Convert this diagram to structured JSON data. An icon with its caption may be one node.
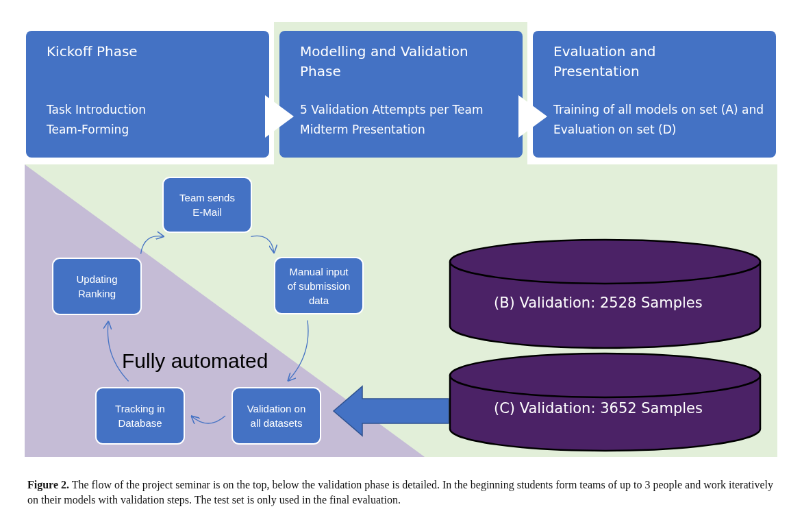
{
  "diagram": {
    "caption": "**Figure 2.** The flow of the project seminar is on the top, below the validation phase is detailed. In the beginning students form teams of up to 3 people and work iteratively on their models with validation steps. The test set is only used in the final evaluation.",
    "nodes": [
      {
        "text": [
          "Kickoff Phase",
          "Task Introduction Team-Forming"
        ]
      },
      {
        "text": [
          "Modelling and Validation Phase",
          "5 Validation Attempts per Team Midterm Presentation"
        ]
      },
      {
        "text": [
          "Evaluation and Presentation",
          "Training of all models on set (A) and Evaluation on set (D)"
        ]
      },
      {
        "text": [
          "Team sends E-Mail"
        ]
      },
      {
        "text": [
          "Manual input of submission data"
        ]
      },
      {
        "text": [
          "Validation on all datasets"
        ]
      },
      {
        "text": [
          "Tracking in Database"
        ]
      },
      {
        "text": [
          "Updating Ranking"
        ]
      },
      {
        "text": [
          "(B) Validation: 2528 Samples"
        ]
      },
      {
        "text": [
          "(C) Validation: 3652 Samples"
        ]
      }
    ],
    "edges": [
      {
        "from": 0,
        "to": 1,
        "arrow": "to",
        "style": "thick",
        "color": "#ffffff"
      },
      {
        "from": 1,
        "to": 2,
        "arrow": "to",
        "style": "thick",
        "color": "#ffffff"
      },
      {
        "from": 3,
        "to": 4,
        "arrow": "to"
      },
      {
        "from": 4,
        "to": 5,
        "arrow": "to"
      },
      {
        "from": 5,
        "to": 6,
        "arrow": "to"
      },
      {
        "from": 6,
        "to": 7,
        "arrow": "to"
      },
      {
        "from": 7,
        "to": 3,
        "arrow": "to"
      },
      {
        "from": 9,
        "to": 5,
        "arrow": "to",
        "style": "thick"
      }
    ],
    "labels": [
      "Fully automated"
    ]
  }
}
